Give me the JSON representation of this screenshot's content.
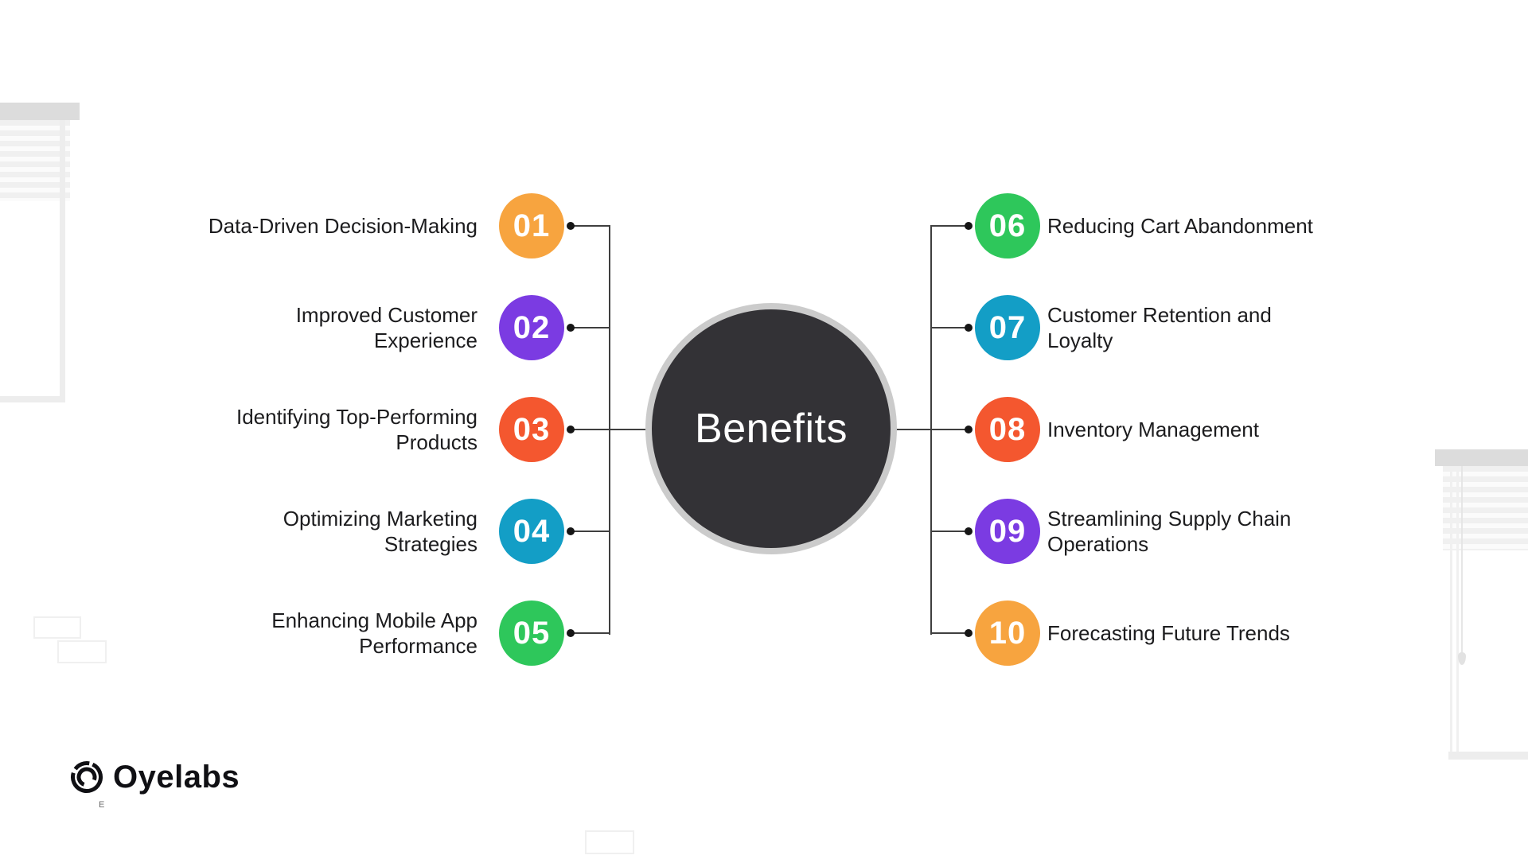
{
  "center": {
    "label": "Benefits",
    "fill": "#333236",
    "ring_color": "#cbcbcb",
    "text_color": "#ffffff"
  },
  "connectors": {
    "line_color": "#3f3f3f",
    "dot_color": "#161616"
  },
  "left_items": [
    {
      "number": "01",
      "label": "Data-Driven Decision-Making",
      "lines": [
        "Data-Driven Decision-Making"
      ],
      "color": "#F7A43F"
    },
    {
      "number": "02",
      "label": "Improved Customer Experience",
      "lines": [
        "Improved Customer",
        "Experience"
      ],
      "color": "#7B3BE2"
    },
    {
      "number": "03",
      "label": "Identifying Top-Performing Products",
      "lines": [
        "Identifying Top-Performing",
        "Products"
      ],
      "color": "#F4572F"
    },
    {
      "number": "04",
      "label": "Optimizing Marketing Strategies",
      "lines": [
        "Optimizing Marketing",
        "Strategies"
      ],
      "color": "#139EC6"
    },
    {
      "number": "05",
      "label": "Enhancing Mobile App Performance",
      "lines": [
        "Enhancing Mobile App",
        "Performance"
      ],
      "color": "#2EC75B"
    }
  ],
  "right_items": [
    {
      "number": "06",
      "label": "Reducing Cart Abandonment",
      "lines": [
        "Reducing Cart Abandonment"
      ],
      "color": "#2EC75B"
    },
    {
      "number": "07",
      "label": "Customer Retention and Loyalty",
      "lines": [
        "Customer Retention and",
        "Loyalty"
      ],
      "color": "#139EC6"
    },
    {
      "number": "08",
      "label": "Inventory Management",
      "lines": [
        "Inventory Management"
      ],
      "color": "#F4572F"
    },
    {
      "number": "09",
      "label": "Streamlining Supply Chain Operations",
      "lines": [
        "Streamlining Supply Chain",
        "Operations"
      ],
      "color": "#7B3BE2"
    },
    {
      "number": "10",
      "label": "Forecasting Future Trends",
      "lines": [
        "Forecasting Future Trends"
      ],
      "color": "#F7A43F"
    }
  ],
  "logo": {
    "text": "Oyelabs",
    "sub_mark": "E"
  }
}
